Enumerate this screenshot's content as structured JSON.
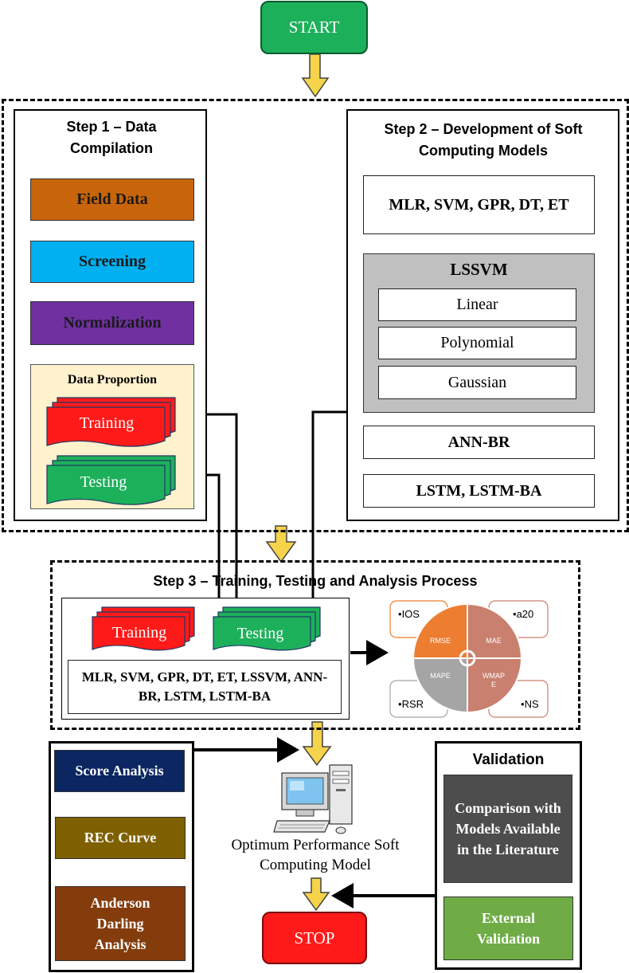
{
  "start": {
    "label": "START"
  },
  "stop": {
    "label": "STOP"
  },
  "step1": {
    "title": "Step 1 – Data Compilation",
    "field_data": "Field Data",
    "screening": "Screening",
    "normalization": "Normalization",
    "data_proportion": {
      "title": "Data Proportion",
      "training": "Training",
      "testing": "Testing"
    }
  },
  "step2": {
    "title": "Step 2 – Development of Soft Computing Models",
    "models": "MLR, SVM, GPR, DT, ET",
    "lssvm": {
      "title": "LSSVM",
      "kernels": [
        "Linear",
        "Polynomial",
        "Gaussian"
      ]
    },
    "ann": "ANN-BR",
    "lstm": "LSTM, LSTM-BA"
  },
  "step3": {
    "title": "Step 3 – Training, Testing and Analysis Process",
    "training": "Training",
    "testing": "Testing",
    "models": "MLR, SVM, GPR, DT, ET, LSSVM, ANN-BR, LSTM, LSTM-BA",
    "metrics": {
      "quadrants": [
        "RMSE",
        "MAE",
        "MAPE",
        "WMAP\nE"
      ],
      "corners": [
        "IOS",
        "a20",
        "RSR",
        "NS"
      ],
      "colors": {
        "orange": "#ED7D31",
        "gray": "#A5A5A5",
        "rose": "#C9806E"
      }
    }
  },
  "analysis": {
    "score": "Score Analysis",
    "rec": "REC Curve",
    "anderson": "Anderson Darling Analysis"
  },
  "optimum": "Optimum Performance Soft Computing Model",
  "validation": {
    "title": "Validation",
    "comparison": "Comparison with Models Available in the Literature",
    "external": "External Validation"
  },
  "colors": {
    "start_green": "#1DB05B",
    "stop_red": "#FF1A1A",
    "field_data": "#C8650A",
    "screening": "#00B0F0",
    "normalization": "#7030A0",
    "data_proportion_bg": "#FFF2CC",
    "arrow_fill": "#F5D34A",
    "score": "#0B2660",
    "rec": "#7F6000",
    "anderson": "#843C0C",
    "comparison": "#4D4D4D",
    "external": "#6FAC46"
  }
}
